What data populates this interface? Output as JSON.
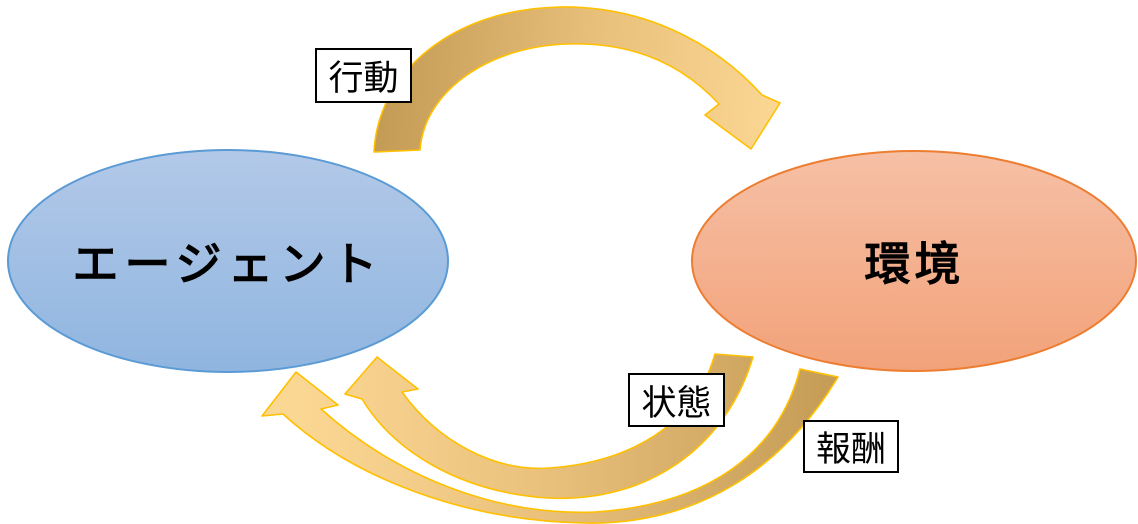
{
  "diagram": {
    "nodes": {
      "agent": {
        "label": "エージェント",
        "fill_top": "#B3C9E8",
        "fill_bottom": "#8FB5E0",
        "border": "#5B9BD5"
      },
      "environment": {
        "label": "環境",
        "fill_top": "#F6C0A6",
        "fill_bottom": "#F2A279",
        "border": "#ED7D31"
      }
    },
    "edges": {
      "action": {
        "label": "行動",
        "from": "agent",
        "to": "environment"
      },
      "state": {
        "label": "状態",
        "from": "environment",
        "to": "agent"
      },
      "reward": {
        "label": "報酬",
        "from": "environment",
        "to": "agent"
      }
    },
    "arrow": {
      "dark": "#C49B55",
      "mid": "#E9C17C",
      "light": "#FBD794",
      "outline": "#FFC000"
    },
    "label_box": {
      "bg": "#FFFFFF",
      "border": "#000000",
      "text_color": "#000000"
    }
  }
}
